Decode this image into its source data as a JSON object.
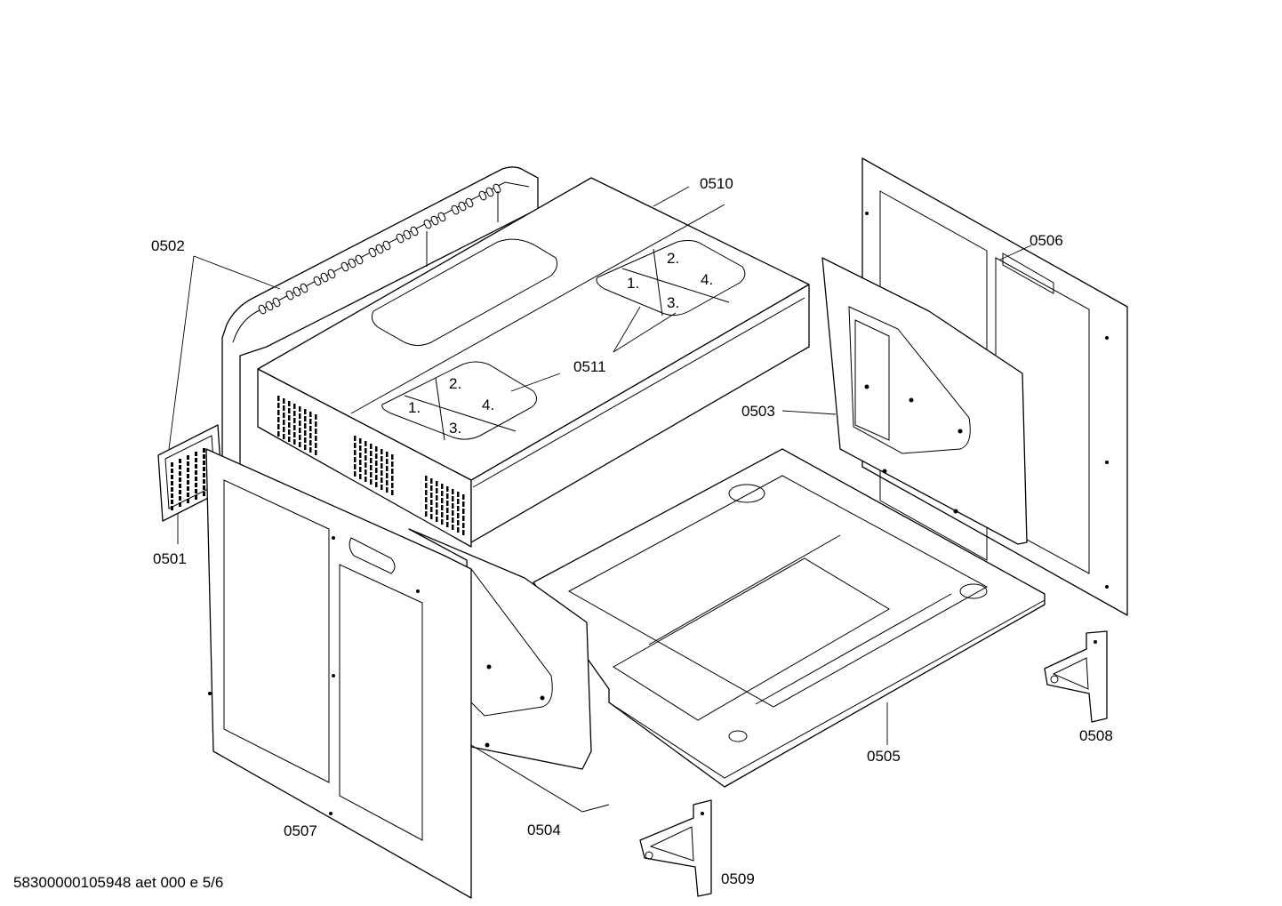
{
  "callouts": {
    "p0501": "0501",
    "p0502": "0502",
    "p0503": "0503",
    "p0504": "0504",
    "p0505": "0505",
    "p0506": "0506",
    "p0507": "0507",
    "p0508": "0508",
    "p0509": "0509",
    "p0510": "0510",
    "p0511": "0511"
  },
  "steps": {
    "upper": [
      "1.",
      "2.",
      "3.",
      "4."
    ],
    "lower": [
      "1.",
      "2.",
      "3.",
      "4."
    ]
  },
  "footer_text": "58300000105948 aet 000 e 5/6"
}
